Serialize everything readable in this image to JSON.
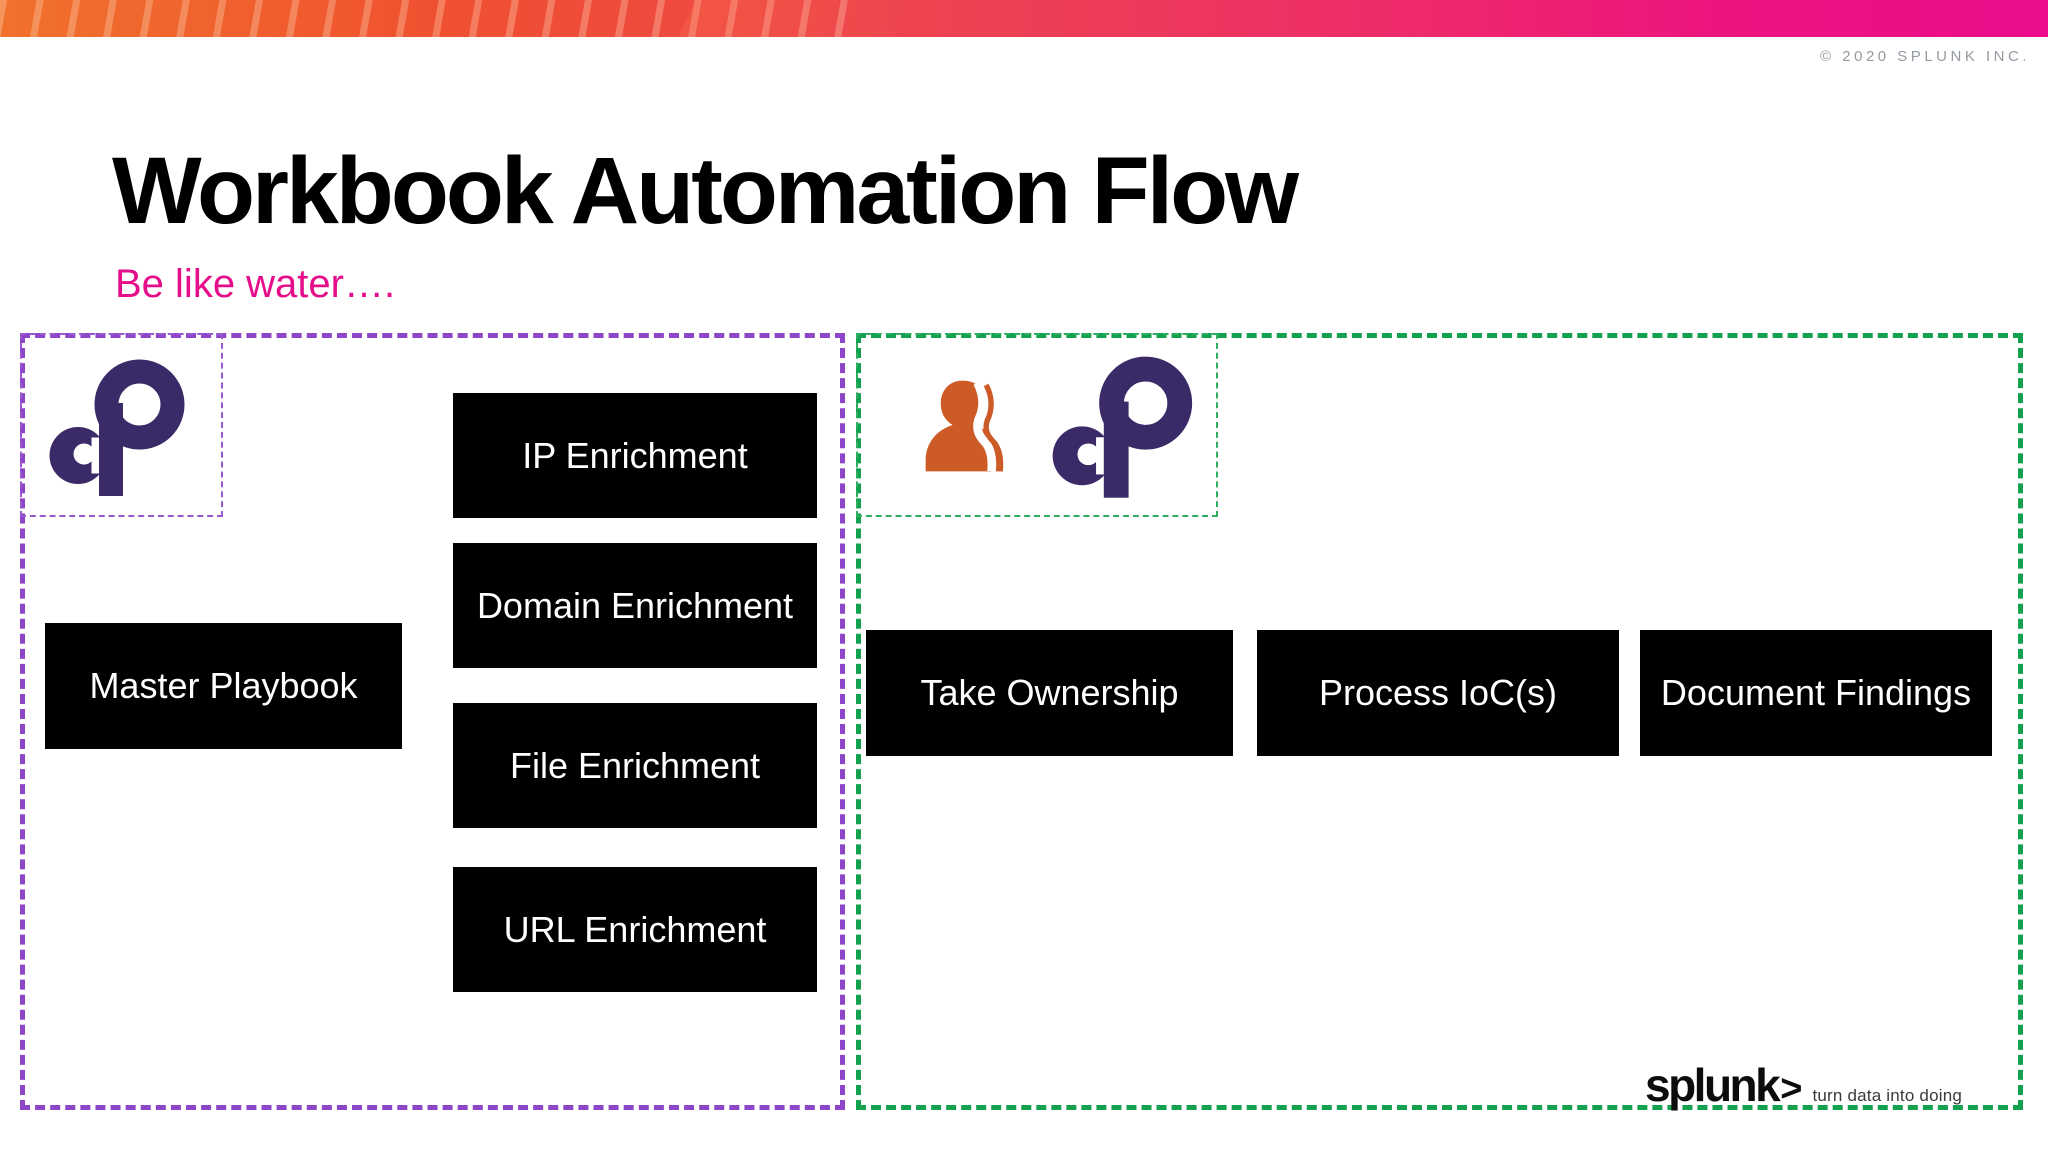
{
  "page": {
    "copyright": "© 2020 SPLUNK INC.",
    "title": "Workbook Automation Flow",
    "subtitle": "Be like water…."
  },
  "colors": {
    "topbar_gradient_start": "#f1712c",
    "topbar_gradient_end": "#eb0d8c",
    "subtitle_magenta": "#e60d8a",
    "frame_purple": "#8d46c8",
    "frame_green": "#12a14e",
    "phantom_purple": "#3b2a68",
    "person_orange": "#cd5b28",
    "step_box_bg": "#000000",
    "step_box_text": "#ffffff"
  },
  "left_group": {
    "icon": "phantom-logo",
    "steps": [
      "Master Playbook",
      "IP Enrichment",
      "Domain Enrichment",
      "File Enrichment",
      "URL Enrichment"
    ]
  },
  "right_group": {
    "icons": [
      "analyst-person-icon",
      "phantom-logo"
    ],
    "steps": [
      "Take Ownership",
      "Process IoC(s)",
      "Document Findings"
    ]
  },
  "footer_logo": {
    "brand": "splunk",
    "chevron": ">",
    "tagline": "turn data into doing"
  }
}
